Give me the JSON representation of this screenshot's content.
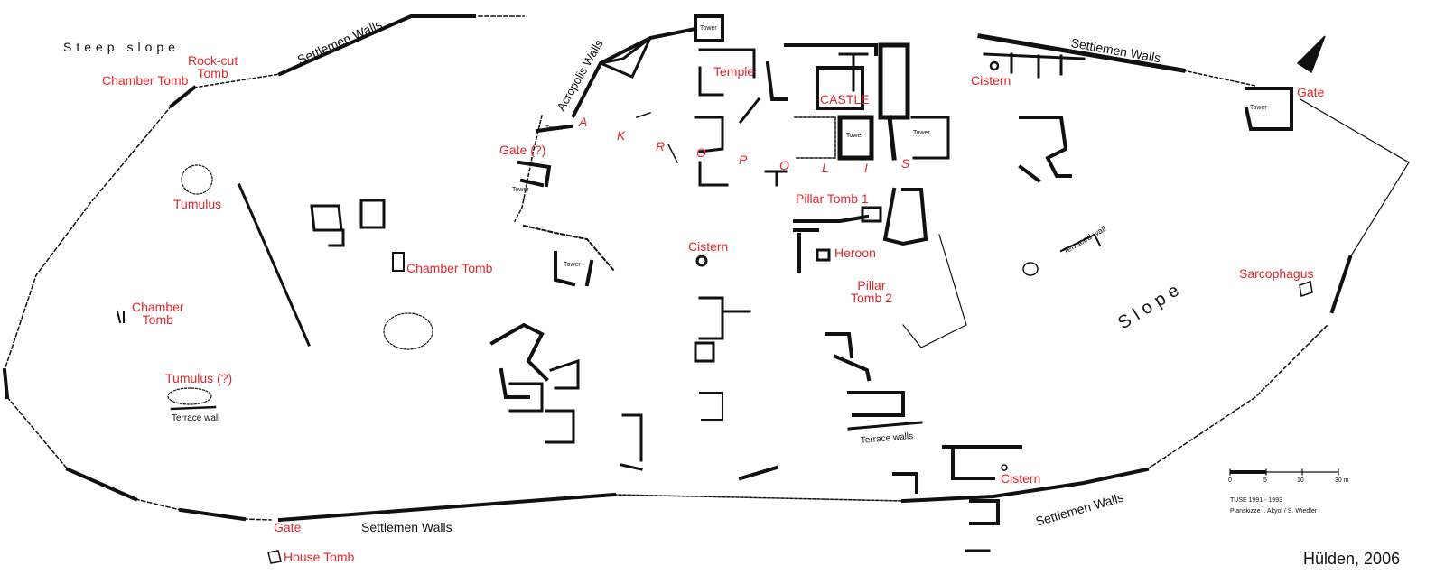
{
  "labels": {
    "steep_slope": "Steep slope",
    "rock_cut_tomb": "Rock-cut\nTomb",
    "chamber_tomb_nw": "Chamber Tomb",
    "settlement_walls_n1": "Settlemen Walls",
    "acropolis_walls": "Acropolis Walls",
    "tower_top": "Tower",
    "temple": "Temple",
    "castle": "CASTLE",
    "settlement_walls_n2": "Settlemen Walls",
    "cistern_ne": "Cistern",
    "gate_e": "Gate",
    "tower_e": "Tower",
    "gate_q": "Gate (?)",
    "tower_w1": "Tower",
    "tower_w2": "Tower",
    "tower_castle1": "Tower",
    "tower_castle2": "Tower",
    "akropolis_letters": [
      "A",
      "K",
      "R",
      "O",
      "P",
      "O",
      "L",
      "I",
      "S"
    ],
    "tumulus": "Tumulus",
    "pillar_tomb_1": "Pillar Tomb 1",
    "cistern_center": "Cistern",
    "tower_s": "Tower",
    "heroon": "Heroon",
    "chamber_tomb_center": "Chamber Tomb",
    "terraced_wall": "Terraced wall",
    "slope": "Slope",
    "sarcophagus": "Sarcophagus",
    "pillar_tomb_2": "Pillar\nTomb 2",
    "chamber_tomb_w": "Chamber\nTomb",
    "tumulus_q": "Tumulus (?)",
    "terrace_wall": "Terrace wall",
    "terrace_walls": "Terrace walls",
    "cistern_se": "Cistern",
    "settlement_walls_se": "Settlemen Walls",
    "gate_s": "Gate",
    "settlement_walls_s": "Settlemen Walls",
    "house_tomb": "House Tomb",
    "scale_0": "0",
    "scale_5": "5",
    "scale_10": "10",
    "scale_30": "30 m",
    "survey_line1": "TUSE 1991 - 1993",
    "survey_line2": "Planskizze  I. Akyol / S. Wiedler",
    "credit": "Hülden, 2006"
  },
  "colors": {
    "label_red": "#e3262c",
    "wall_black": "#111111"
  }
}
